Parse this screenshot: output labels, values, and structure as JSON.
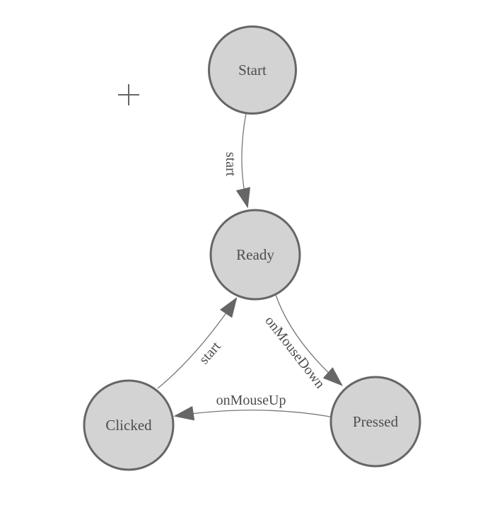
{
  "diagram": {
    "type": "state-machine",
    "nodes": [
      {
        "id": "start",
        "label": "Start"
      },
      {
        "id": "ready",
        "label": "Ready"
      },
      {
        "id": "clicked",
        "label": "Clicked"
      },
      {
        "id": "pressed",
        "label": "Pressed"
      }
    ],
    "edges": [
      {
        "from": "Start",
        "to": "Ready",
        "label": "start"
      },
      {
        "from": "Ready",
        "to": "Pressed",
        "label": "onMouseDown"
      },
      {
        "from": "Pressed",
        "to": "Clicked",
        "label": "onMouseUp"
      },
      {
        "from": "Clicked",
        "to": "Ready",
        "label": "start"
      }
    ],
    "colors": {
      "node_fill": "#d3d3d3",
      "node_stroke": "#666666",
      "edge_line": "#777777",
      "arrowhead": "#666666",
      "text": "#4d4d4d",
      "background": "#ffffff"
    }
  }
}
